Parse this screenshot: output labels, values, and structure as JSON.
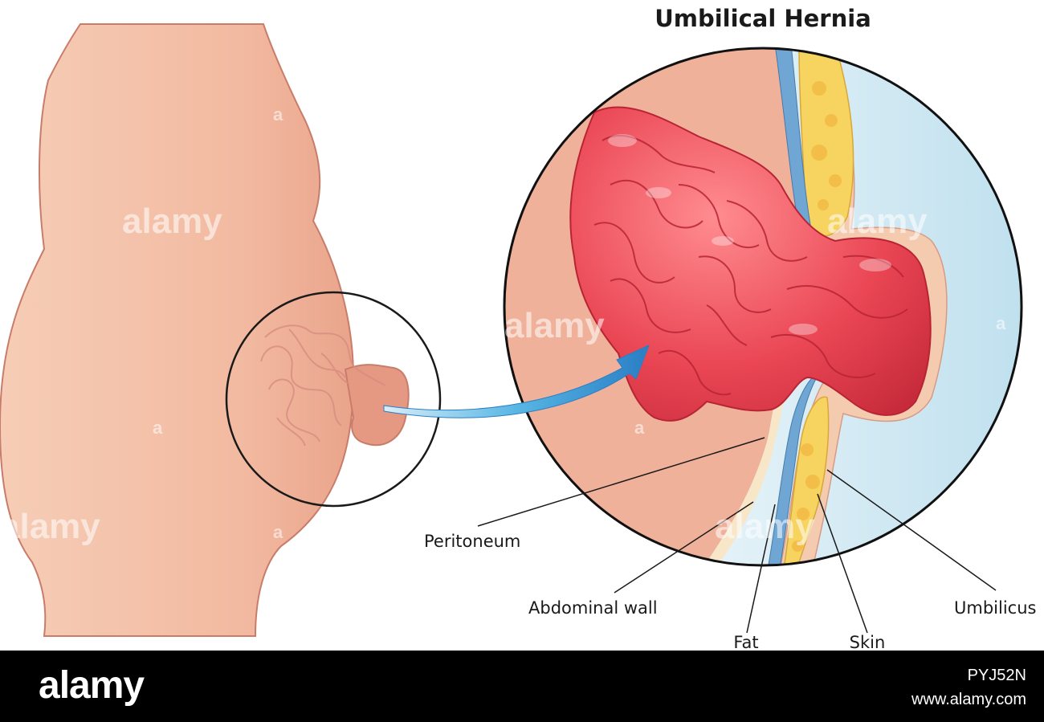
{
  "title": "Umbilical Hernia",
  "labels": {
    "peritoneum": "Peritoneum",
    "abdominal_wall": "Abdominal wall",
    "fat": "Fat",
    "skin": "Skin",
    "umbilicus": "Umbilicus"
  },
  "watermark": {
    "text": "alamy",
    "glyph": "a"
  },
  "footer": {
    "logo": "alamy",
    "image_id": "PYJ52N",
    "url": "www.alamy.com"
  },
  "colors": {
    "body_skin": "#f3c3ab",
    "intestine": "#e8404f",
    "arrow": "#3aa6dc",
    "fat": "#f7d35f",
    "peritoneum": "#6fa6d4"
  }
}
